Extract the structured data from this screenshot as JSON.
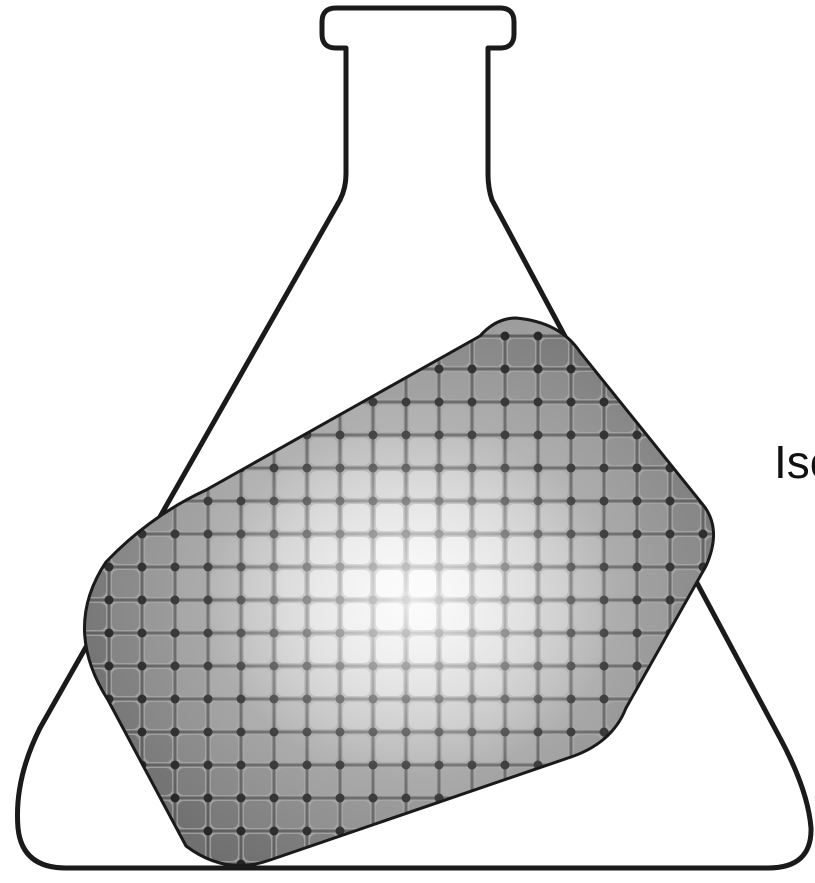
{
  "figure": {
    "caption_fragment": "Iso",
    "objects": [
      "erlenmeyer-flask",
      "lattice-block"
    ],
    "colors": {
      "background": "#ffffff",
      "outline": "#1a1a1a",
      "lattice_node": "#202020",
      "lattice_shading_light": "#f4f4f4",
      "lattice_shading_dark": "#6e6e6e"
    }
  }
}
